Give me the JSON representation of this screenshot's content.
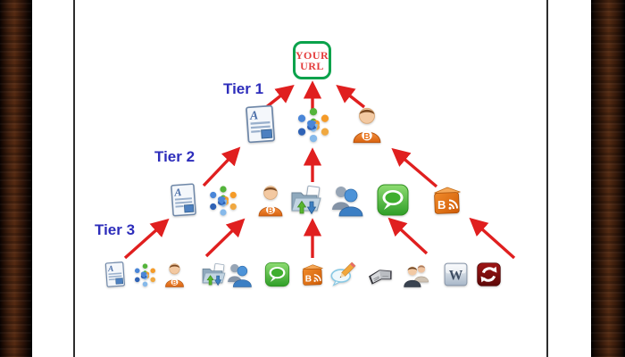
{
  "diagram": {
    "target_box": {
      "line1": "YOUR",
      "line2": "URL"
    },
    "tier1": {
      "label": "Tier 1",
      "icons": [
        "article-icon",
        "social-circle-icon",
        "blogger-profile-icon"
      ]
    },
    "tier2": {
      "label": "Tier 2",
      "icons": [
        "article-icon",
        "social-circle-icon",
        "blogger-profile-icon",
        "folder-share-icon",
        "messenger-buddies-icon",
        "green-chat-icon",
        "blogger-cube-icon"
      ]
    },
    "tier3": {
      "label": "Tier 3",
      "icons": [
        "article-icon",
        "social-circle-icon",
        "blogger-profile-icon",
        "folder-share-icon",
        "messenger-buddies-icon",
        "green-chat-icon",
        "blogger-cube-icon",
        "comment-pencil-icon",
        "open-book-icon",
        "forum-members-icon",
        "wiki-icon",
        "sync-icon"
      ]
    },
    "colors": {
      "arrow": "#e01f1f",
      "tier_label": "#2d2dbb",
      "target_border": "#0aa24b",
      "target_text": "#e43b3b",
      "frame_line": "#2d2d2d",
      "wood_brown": "#532a12"
    }
  }
}
